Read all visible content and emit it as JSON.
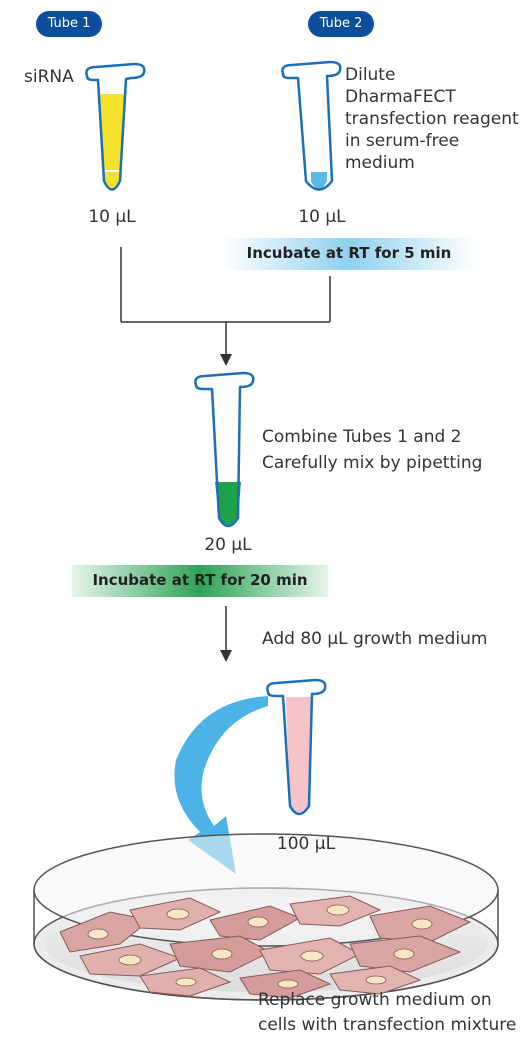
{
  "tube1": {
    "badge": "Tube 1",
    "side_label": "siRNA",
    "volume": "10 µL",
    "liquid_color": "#f4e12b"
  },
  "tube2": {
    "badge": "Tube 2",
    "description": [
      "Dilute",
      "DharmaFECT",
      "transfection reagent",
      "in serum-free",
      "medium"
    ],
    "volume": "10 µL",
    "liquid_color": "#5ab9e8"
  },
  "incubate1": {
    "label": "Incubate at RT for 5 min",
    "color": "#8fd0ef"
  },
  "combined_tube": {
    "description": [
      "Combine Tubes 1 and 2",
      "Carefully mix by pipetting"
    ],
    "volume": "20 µL",
    "liquid_color": "#1fa04a"
  },
  "incubate2": {
    "label": "Incubate at RT for 20 min",
    "color": "#2ea357"
  },
  "step_add": {
    "label": "Add 80 µL growth medium"
  },
  "final_tube": {
    "volume": "100 µL",
    "liquid_color": "#f6c3c9"
  },
  "dish": {
    "caption": [
      "Replace growth medium on",
      "cells with transfection mixture"
    ]
  },
  "colors": {
    "badge": "#0b4f9c",
    "tube_outline": "#1d6fb8",
    "arrow": "#333333",
    "pour_arrow": "#4db3e6"
  }
}
